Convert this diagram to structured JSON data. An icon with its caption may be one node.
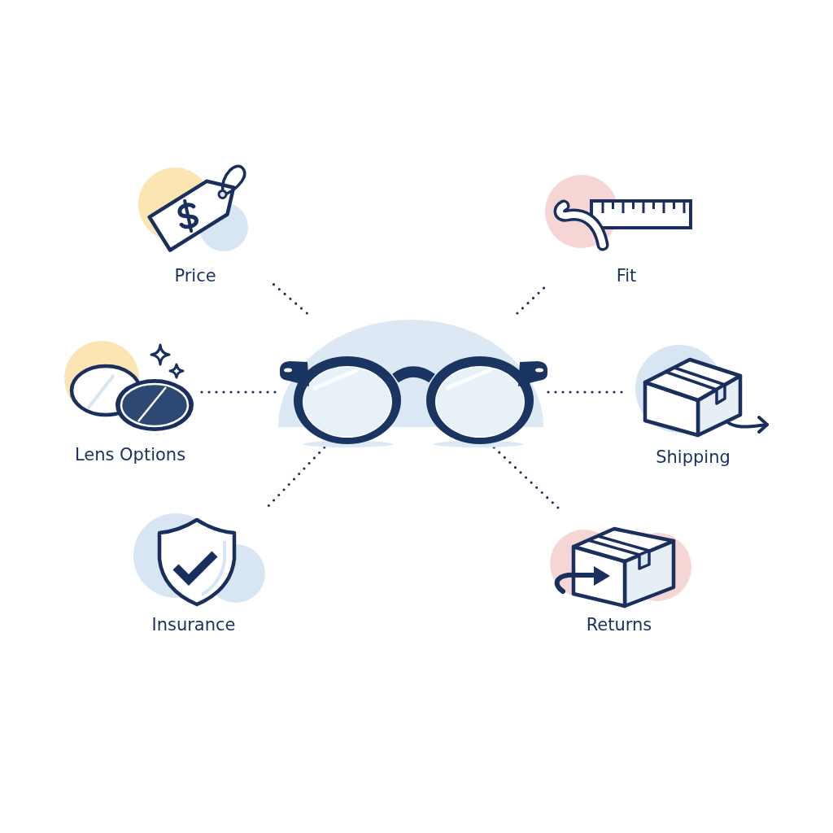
{
  "diagram": {
    "nodes": [
      {
        "text": [],
        "shape": "picture"
      },
      {
        "text": [
          "Price"
        ]
      },
      {
        "text": [
          "Fit"
        ]
      },
      {
        "text": [
          "Lens Options"
        ]
      },
      {
        "text": [
          "Shipping"
        ]
      },
      {
        "text": [
          "Insurance"
        ]
      },
      {
        "text": [
          "Returns"
        ]
      }
    ],
    "edges": [
      {
        "from": 0,
        "to": 1,
        "arrow": "none"
      },
      {
        "from": 0,
        "to": 2,
        "arrow": "none"
      },
      {
        "from": 0,
        "to": 3,
        "arrow": "none"
      },
      {
        "from": 0,
        "to": 4,
        "arrow": "none"
      },
      {
        "from": 0,
        "to": 5,
        "arrow": "none"
      },
      {
        "from": 0,
        "to": 6,
        "arrow": "none"
      }
    ]
  }
}
